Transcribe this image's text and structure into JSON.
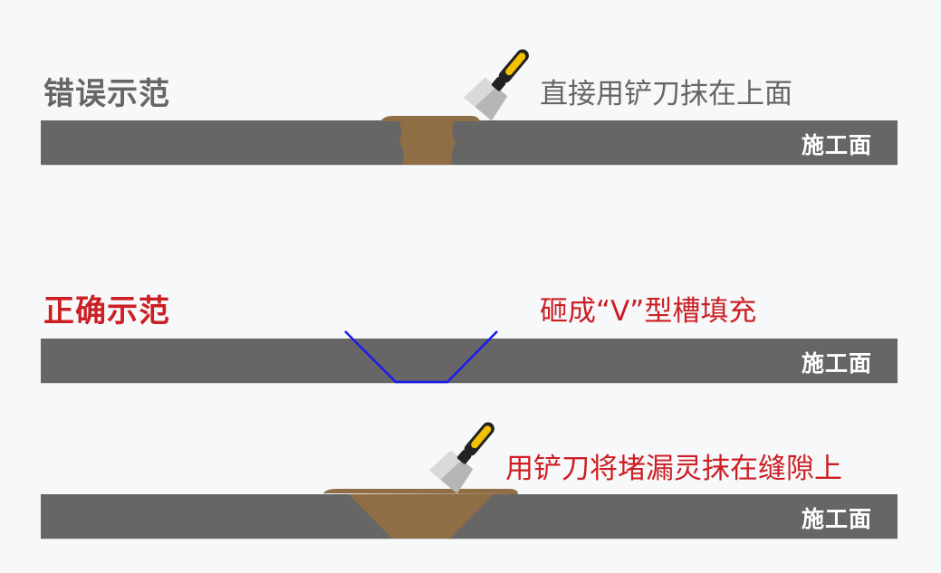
{
  "sections": [
    {
      "heading": "错误示范",
      "heading_color": "#666666",
      "caption": "直接用铲刀抹在上面",
      "caption_color": "#666666",
      "surface_label": "施工面"
    },
    {
      "heading": "正确示范",
      "heading_color": "#cc1f24",
      "caption": "砸成“V”型槽填充",
      "caption_color": "#cc1f24",
      "surface_label": "施工面"
    },
    {
      "heading": "",
      "caption": "用铲刀将堵漏灵抹在缝隙上",
      "caption_color": "#cc1f24",
      "surface_label": "施工面"
    }
  ],
  "colors": {
    "background": "#f7f8fa",
    "surface": "#666666",
    "putty": "#8f6e45",
    "v_groove_line": "#1a1aee",
    "knife_handle": "#f2c200",
    "knife_grip": "#222222",
    "knife_blade": "#b8b8b8"
  }
}
